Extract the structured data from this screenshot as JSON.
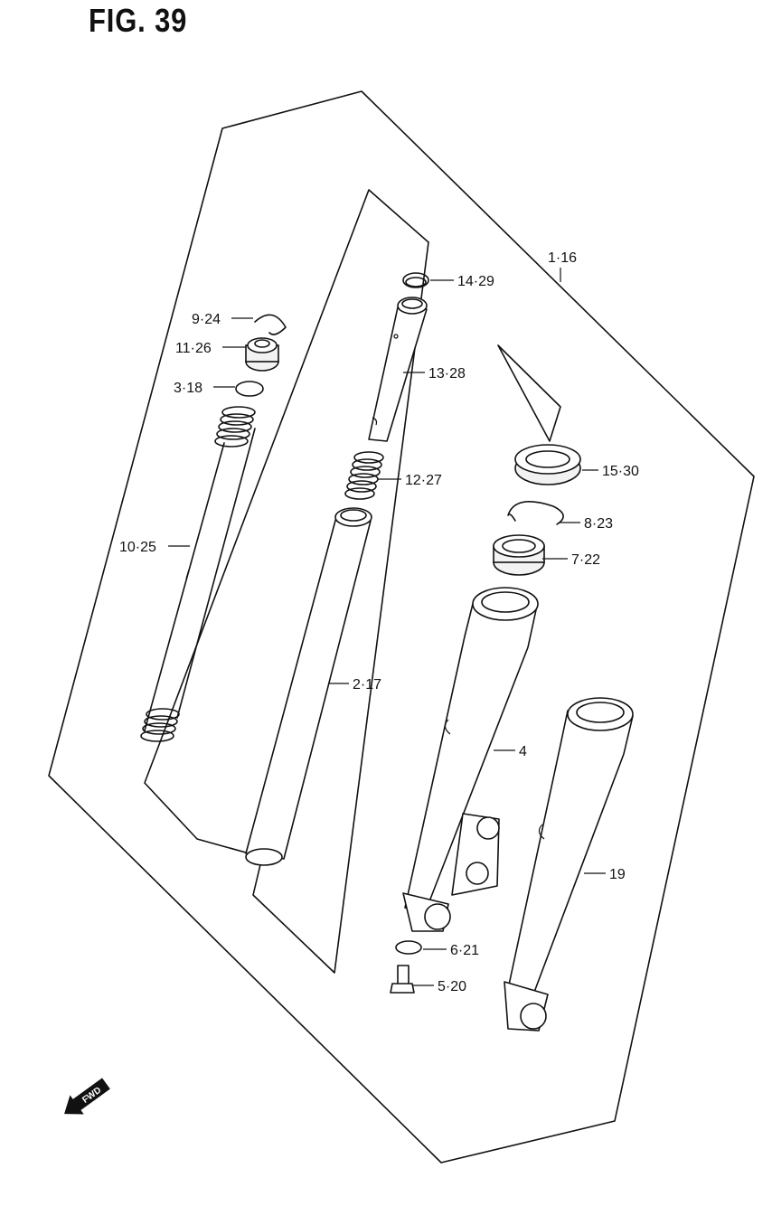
{
  "figure": {
    "title": "FIG. 39"
  },
  "fwd_badge": {
    "text": "FWD"
  },
  "parts": [
    {
      "id": "assembly",
      "label": "1·16"
    },
    {
      "id": "circlip",
      "label": "14·29"
    },
    {
      "id": "ring-top",
      "label": "9·24"
    },
    {
      "id": "cap-bolt",
      "label": "11·26"
    },
    {
      "id": "o-ring",
      "label": "3·18"
    },
    {
      "id": "damper-rod",
      "label": "13·28"
    },
    {
      "id": "rebound-spring",
      "label": "12·27"
    },
    {
      "id": "dust-seal",
      "label": "15·30"
    },
    {
      "id": "stopper-ring",
      "label": "8·23"
    },
    {
      "id": "oil-seal",
      "label": "7·22"
    },
    {
      "id": "fork-spring",
      "label": "10·25"
    },
    {
      "id": "inner-tube",
      "label": "2·17"
    },
    {
      "id": "outer-tube-left",
      "label": "4"
    },
    {
      "id": "outer-tube-right",
      "label": "19"
    },
    {
      "id": "gasket",
      "label": "6·21"
    },
    {
      "id": "bolt",
      "label": "5·20"
    }
  ]
}
